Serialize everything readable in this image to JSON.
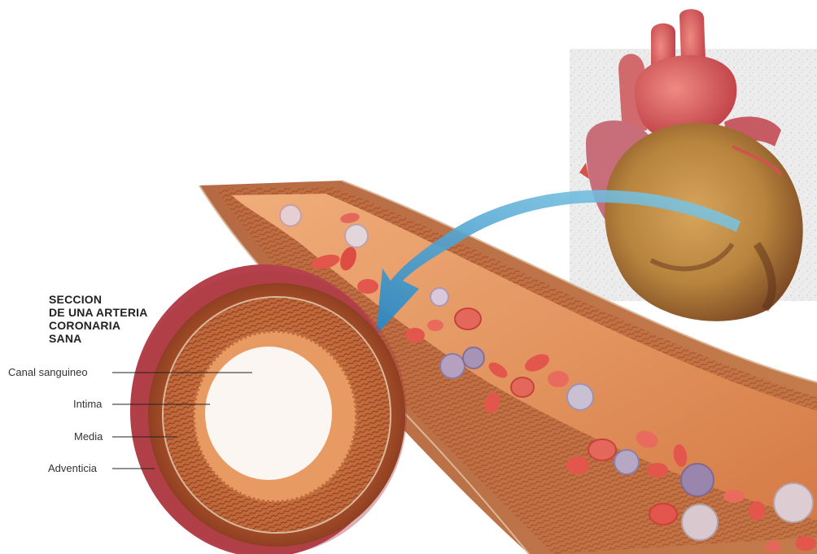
{
  "title_lines": [
    "SECCION",
    "DE UNA ARTERIA",
    "CORONARIA",
    "SANA"
  ],
  "labels": {
    "canal": "Canal sanguineo",
    "intima": "Intima",
    "media": "Media",
    "adventicia": "Adventicia"
  },
  "colors": {
    "artery_wall": "#c8743e",
    "artery_lumen": "#e79a62",
    "adventitia_outer": "#b4414c",
    "red_cell": "#e2564b",
    "white_cell": "#a79bb2",
    "arrow": "#4aa6d4",
    "heart_muscle": "#c99a52",
    "heart_vessels": "#d76465",
    "backdrop": "#e9e9e9"
  }
}
